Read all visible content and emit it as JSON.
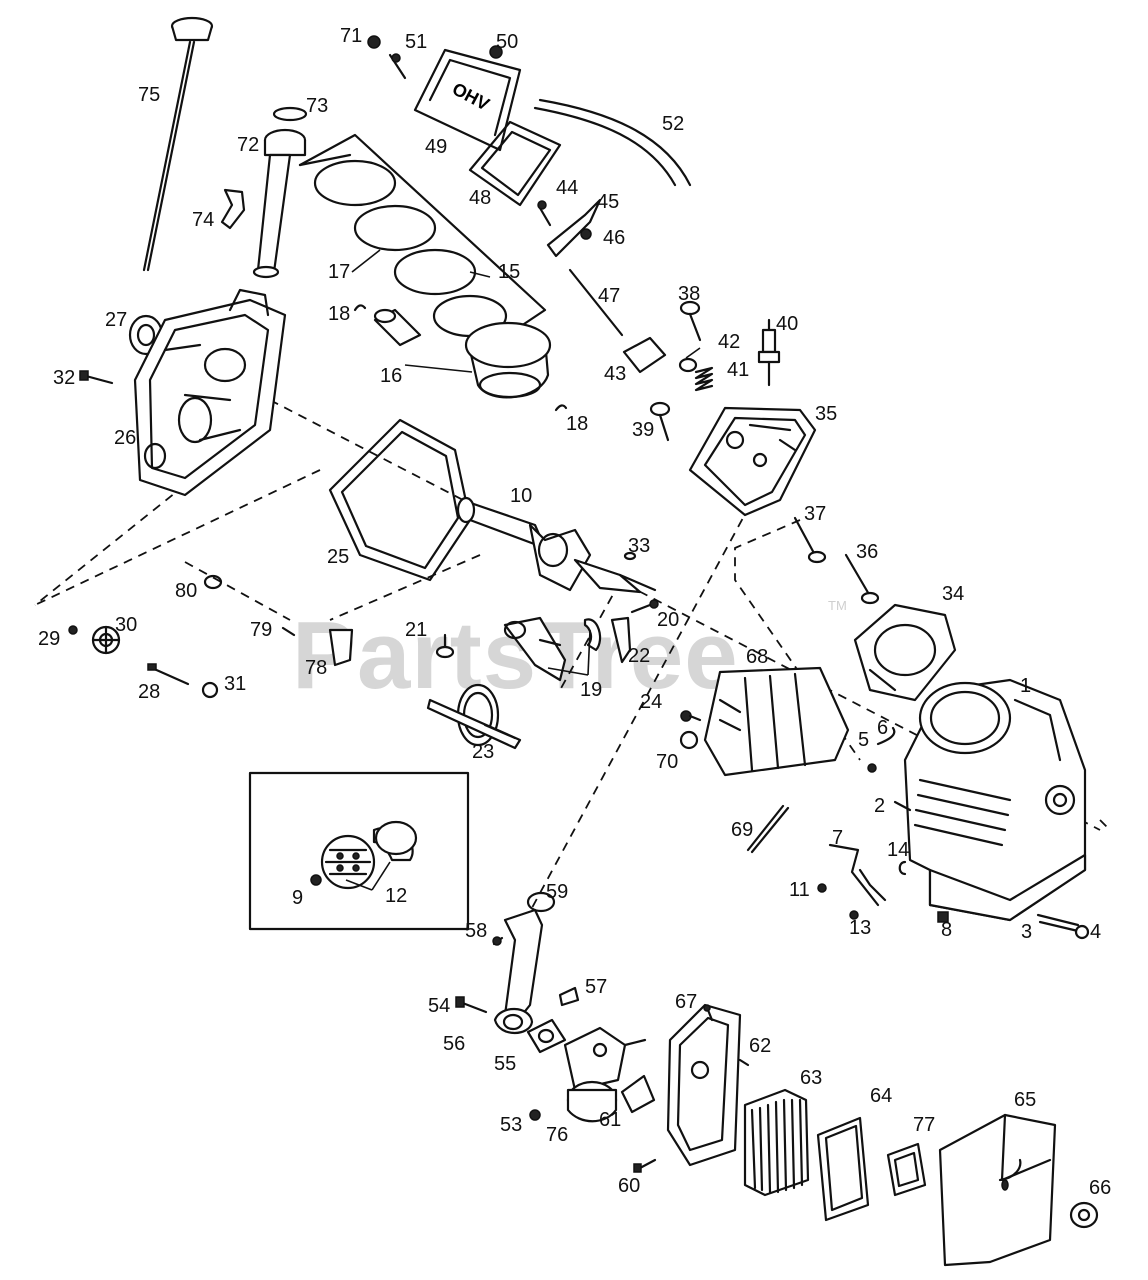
{
  "watermark": "PartsTree",
  "trademark": "TM",
  "callouts": [
    "1",
    "2",
    "3",
    "4",
    "5",
    "6",
    "7",
    "8",
    "9",
    "10",
    "11",
    "12",
    "13",
    "14",
    "15",
    "16",
    "17",
    "18",
    "19",
    "20",
    "21",
    "22",
    "23",
    "24",
    "25",
    "26",
    "27",
    "28",
    "29",
    "30",
    "31",
    "32",
    "33",
    "34",
    "35",
    "36",
    "37",
    "38",
    "39",
    "40",
    "41",
    "42",
    "43",
    "44",
    "45",
    "46",
    "47",
    "48",
    "49",
    "50",
    "51",
    "52",
    "53",
    "54",
    "55",
    "56",
    "57",
    "58",
    "59",
    "60",
    "61",
    "62",
    "63",
    "64",
    "65",
    "66",
    "67",
    "68",
    "69",
    "70",
    "71",
    "72",
    "73",
    "74",
    "75",
    "76",
    "77",
    "78",
    "79",
    "80"
  ],
  "valve_cover_text": "OHV",
  "inset_callouts": [
    "9",
    "12"
  ]
}
